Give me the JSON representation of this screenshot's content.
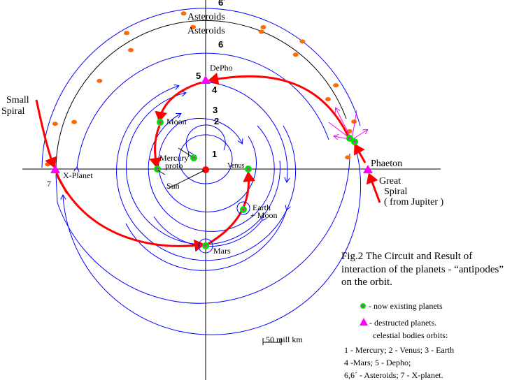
{
  "orbit_numbers": {
    "o1": "1",
    "o2": "2",
    "o3": "3",
    "o4": "4",
    "o5": "5",
    "o6": "6",
    "o6p": "6´",
    "o7": "7"
  },
  "asteroids": {
    "outer": "Asteroids",
    "inner": "Asteroids"
  },
  "planets": {
    "depho": "DePho",
    "moon": "Moon",
    "mercury_proto_1": "Mercury",
    "mercury_proto_2": "proto",
    "sun": "Sun",
    "venus": "Venus",
    "earth_1": "Earth",
    "earth_2": "+ Moon",
    "mars": "Mars",
    "x_planet": "X-Planet",
    "phaeton": "Phaeton"
  },
  "spirals": {
    "small_1": "Small",
    "small_2": "Spiral",
    "great_1": "Great",
    "great_2": "Spiral",
    "great_3": "( from Jupiter )"
  },
  "caption": {
    "line1": "Fig.2  The Circuit and Result of",
    "line2": "interaction of the planets - “antipodes”",
    "line3": "on the orbit."
  },
  "legend": {
    "existing": "- now existing    planets",
    "destructed": "- destructed planets.",
    "orbits_title": "celestial bodies orbits:",
    "line1": "1 - Mercury; 2 - Venus; 3 - Earth",
    "line2": "4 -Mars; 5 - Depho;",
    "line3": "6,6´ - Asteroids; 7 - X-planet."
  },
  "scale": "50 mill km",
  "colors": {
    "orbit": "#0000ff",
    "spiral": "#ff0000",
    "planet": "#00e000",
    "destroyed": "#ff00ff",
    "asteroid": "#ff6a00"
  }
}
